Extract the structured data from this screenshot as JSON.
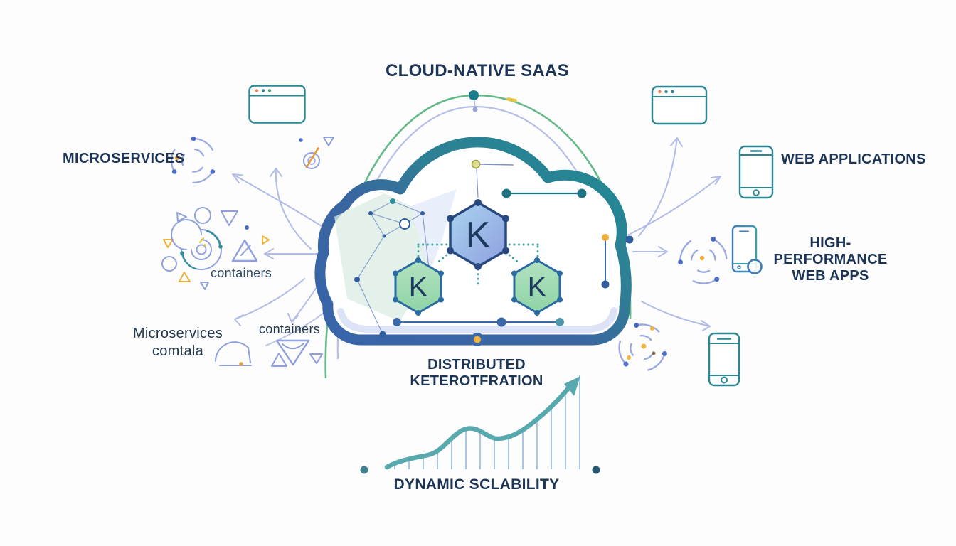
{
  "title": "CLOUD-NATIVE SAAS",
  "cloud": {
    "hexagons": [
      {
        "label": "K"
      },
      {
        "label": "K"
      },
      {
        "label": "K"
      }
    ]
  },
  "left_column": {
    "microservices": "MICROSERVICES",
    "containers_top": "containers",
    "caption_line1": "Microservices",
    "caption_line2": "comtala",
    "containers_bottom": "containers"
  },
  "right_column": {
    "web_applications": "WEB APPLICATIONS",
    "high_performance_line1": "HIGH-PERFORMANCE",
    "high_performance_line2": "WEB APPS"
  },
  "bottom_section": {
    "distributed_line1": "DISTRIBUTED",
    "distributed_line2": "KETEROTFRATION",
    "scalability": "DYNAMIC SCLABILITY"
  },
  "icons": [
    "cloud-icon",
    "kubernetes-hexagon-icon",
    "browser-window-icon",
    "smartphone-icon",
    "galaxy-swirl-icon",
    "spiral-icon",
    "magnifier-icon",
    "triangle-icon",
    "circle-icon",
    "growth-arrow-icon",
    "arc-orbit-icon",
    "circuit-node-icon"
  ],
  "colors": {
    "background": "#fdfdfd",
    "text": "#1c3557",
    "cloud_border_blue": "#3864aa",
    "cloud_border_teal": "#1f8a93",
    "hex_top_fill": "#9cc2ea",
    "hex_green_fill": "#9ed9b0",
    "hex_border": "#27497f",
    "accent_teal": "#2f8f98",
    "green_arc": "#64b988",
    "lavender": "#b3bce9",
    "yellow": "#eead3b",
    "orange": "#ef7d44",
    "chart_curve": "#58a9ae"
  },
  "chart_data": {
    "type": "line",
    "title": "DYNAMIC SCLABILITY",
    "xlabel": "",
    "ylabel": "",
    "units": "relative (no axis values shown)",
    "x": [
      1,
      2,
      3,
      4,
      5,
      6,
      7,
      8,
      9,
      10,
      11,
      12,
      13,
      14
    ],
    "values": [
      9,
      14,
      19,
      27,
      48,
      57,
      51,
      44,
      48,
      58,
      73,
      92,
      112,
      133
    ],
    "annotations": [
      "upward trend arrow at right end",
      "vertical drop lines to baseline",
      "dots at both baseline ends"
    ],
    "grid": false,
    "legend": false
  }
}
